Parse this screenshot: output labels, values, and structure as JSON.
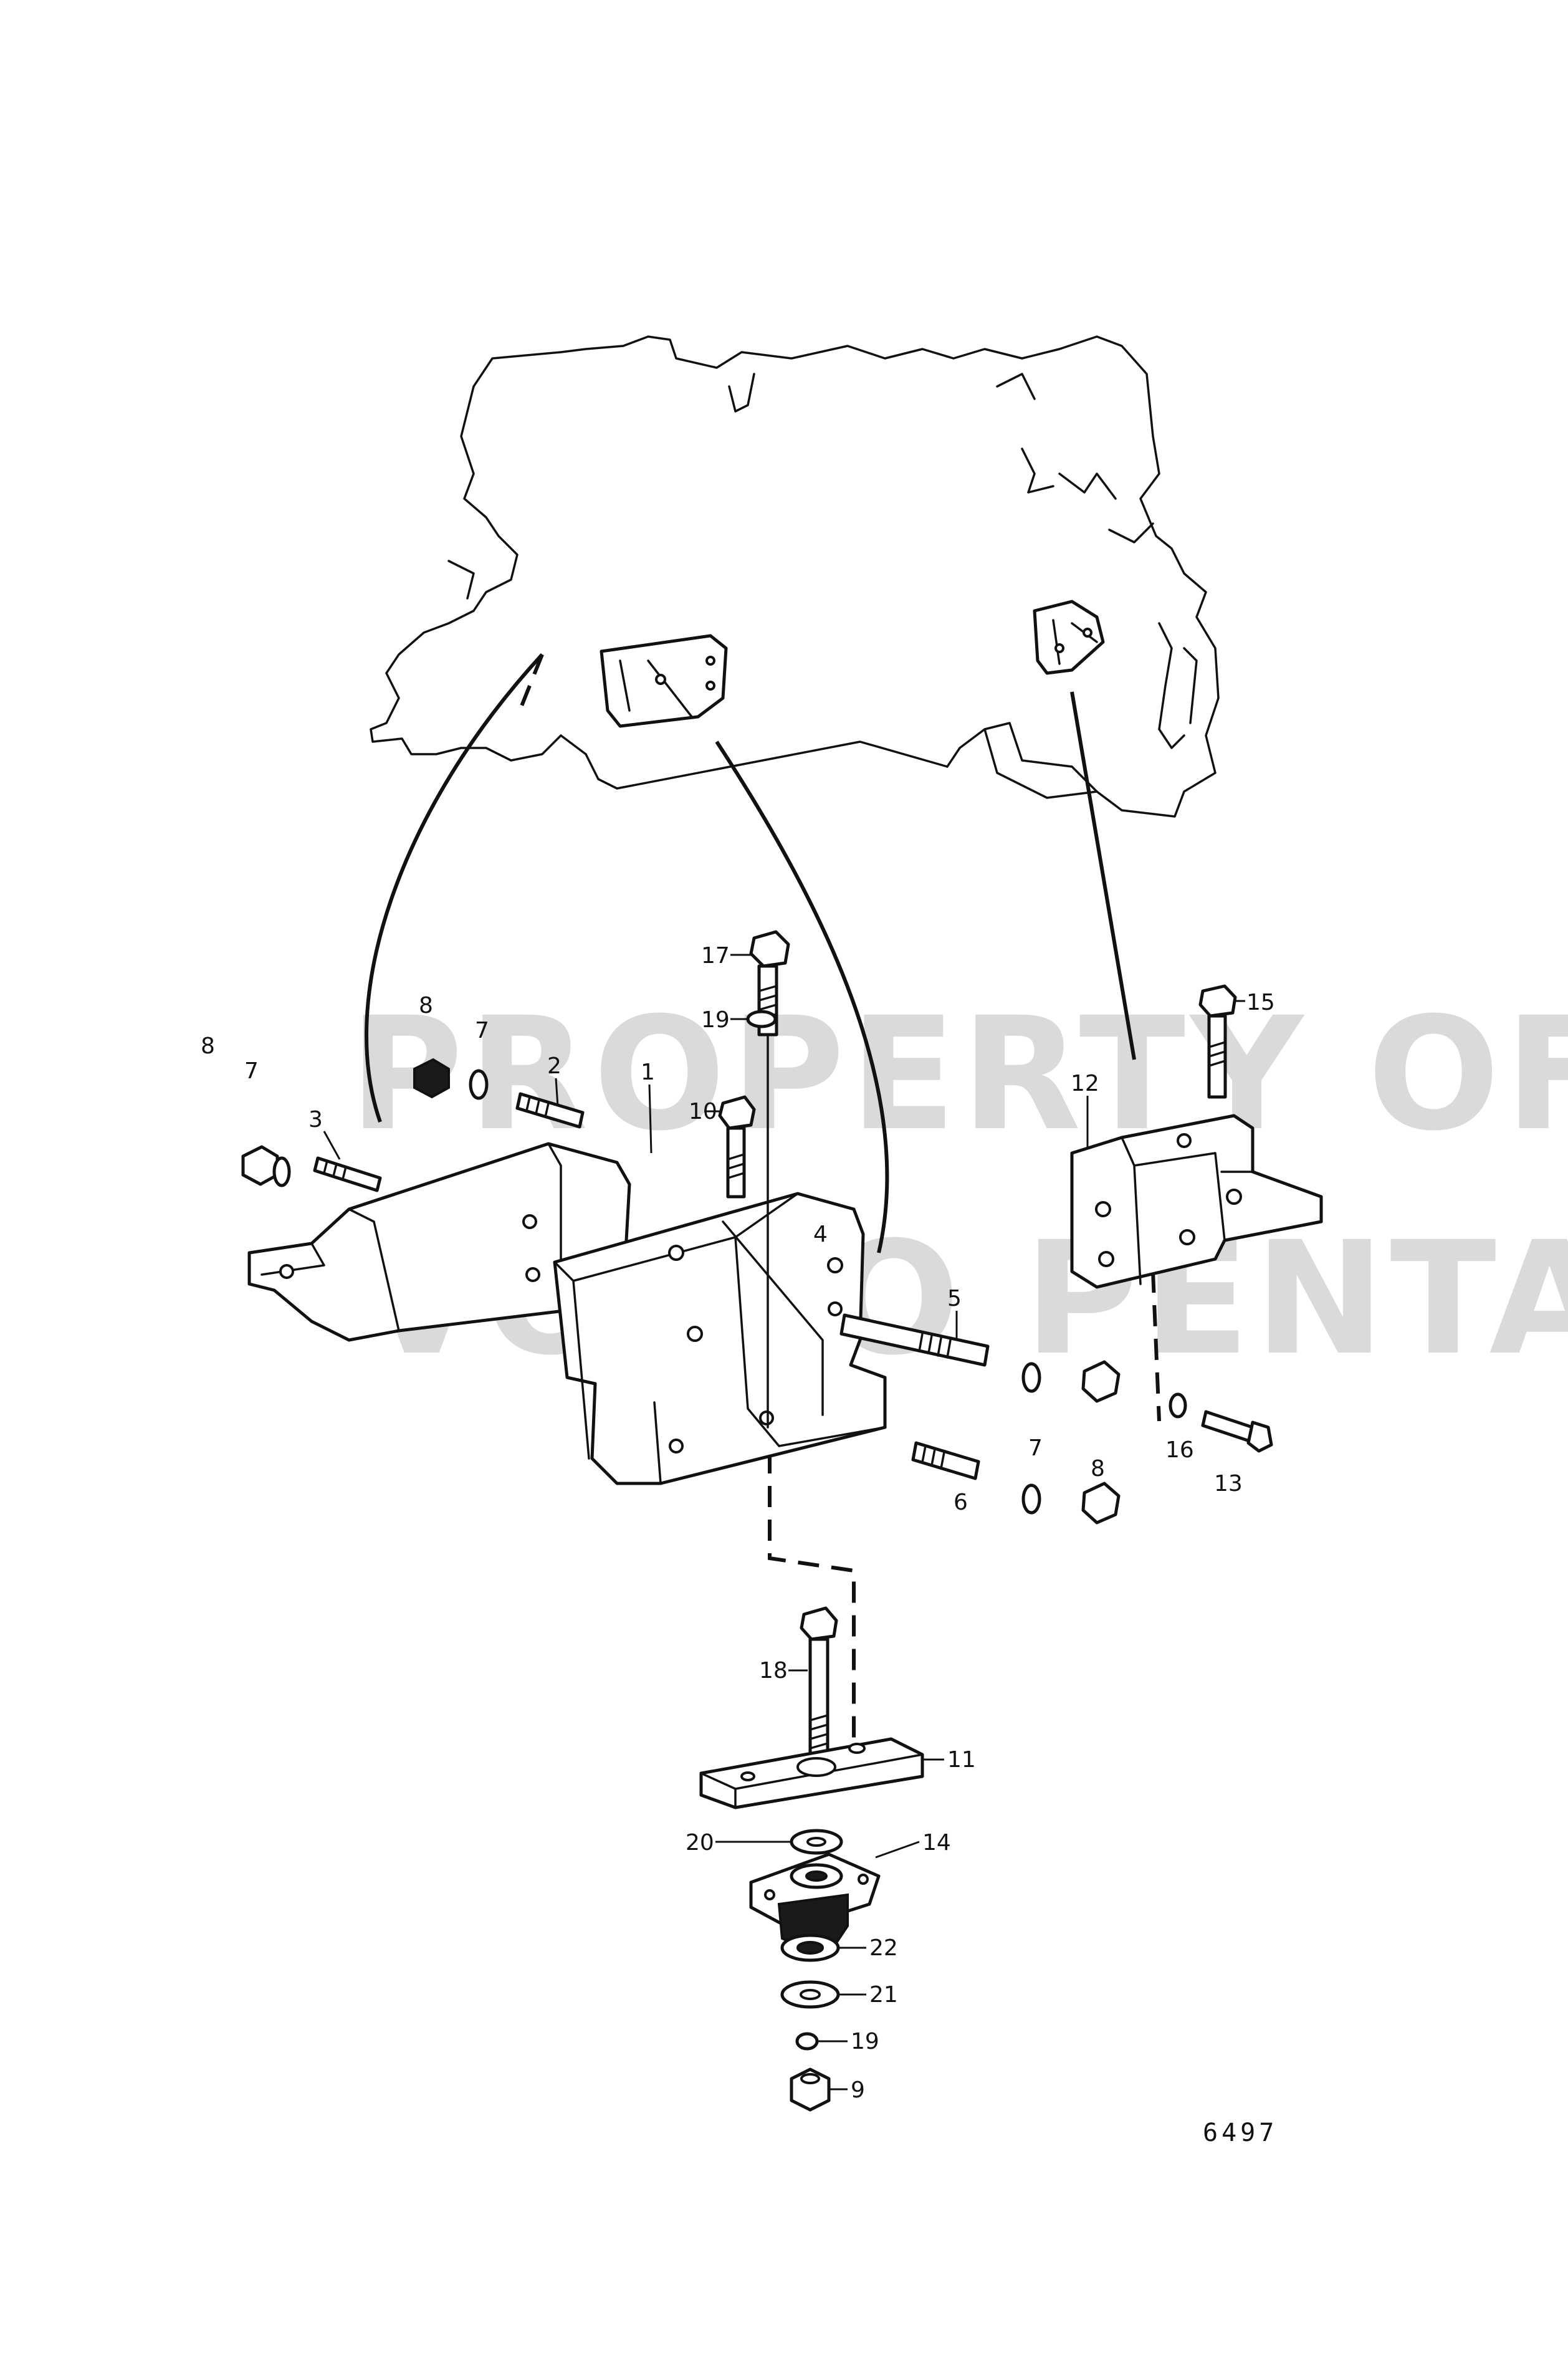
{
  "figure": {
    "number": "6497",
    "watermark_lines": [
      "PROPERTY OF",
      "VOLVO PENTA"
    ]
  },
  "callouts": [
    "1",
    "2",
    "3",
    "4",
    "5",
    "6",
    "7",
    "7",
    "7",
    "8",
    "8",
    "8",
    "9",
    "10",
    "11",
    "12",
    "13",
    "14",
    "15",
    "16",
    "17",
    "18",
    "19",
    "19",
    "20",
    "21",
    "22"
  ]
}
